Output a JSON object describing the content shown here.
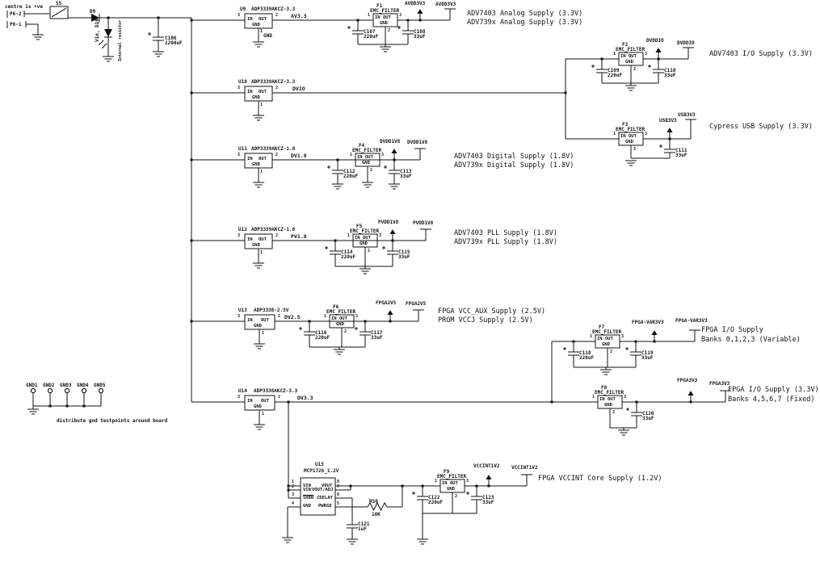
{
  "schematic": {
    "input": {
      "polarity_note": "centre is +ve",
      "pin2": "P6-2",
      "pin1": "P6-1",
      "switch_ref": "S5",
      "diode_ref": "D9",
      "led_label": "Vin, D10",
      "led_note": "Internal resistor",
      "cap_ref": "C106",
      "cap_val": "2200uF"
    },
    "pin": {
      "n1": "1",
      "n2": "2",
      "n3": "3",
      "n4": "4",
      "n5": "5",
      "n6": "6",
      "n7": "7",
      "n8": "8",
      "in": "IN",
      "out": "OUT",
      "gnd": "GND"
    },
    "regs": [
      {
        "ref": "U9",
        "part": "ADP3339AKCZ-3.3",
        "net": "AV3.3",
        "gnd_net": "GND"
      },
      {
        "ref": "U10",
        "part": "ADP3339AKCZ-3.3",
        "net": "DVIO"
      },
      {
        "ref": "U11",
        "part": "ADP3339AKCZ-1.8",
        "net": "DV1.8"
      },
      {
        "ref": "U12",
        "part": "ADP3339AKCZ-1.8",
        "net": "PV1.8"
      },
      {
        "ref": "U13",
        "part": "ADP3338-2.5V",
        "net": "DV2.5"
      },
      {
        "ref": "U14",
        "part": "ADP3338AKCZ-3.3",
        "net": "DV3.3"
      }
    ],
    "filters": [
      {
        "ref": "F1",
        "name": "EMC_FILTER",
        "ci": "C107",
        "civ": "220uF",
        "co": "C108",
        "cov": "33uF",
        "rail": "AVDD3V3",
        "ann1": "ADV7403 Analog Supply (3.3V)",
        "ann2": "ADV739x Analog Supply (3.3V)"
      },
      {
        "ref": "F2",
        "name": "EMC_FILTER",
        "ci": "C109",
        "civ": "220uF",
        "co": "C110",
        "cov": "33uF",
        "rail": "DVDDIO",
        "ann1": "ADV7403 I/O Supply (3.3V)"
      },
      {
        "ref": "F3",
        "name": "EMC_FILTER",
        "co": "C111",
        "cov": "33uF",
        "rail": "USB3V3",
        "ann1": "Cypress USB Supply (3.3V)"
      },
      {
        "ref": "F4",
        "name": "EMC_FILTER",
        "ci": "C112",
        "civ": "220uF",
        "co": "C113",
        "cov": "33uF",
        "rail": "DVDD1V8",
        "ann1": "ADV7403 Digital Supply (1.8V)",
        "ann2": "ADV739x Digital Supply (1.8V)"
      },
      {
        "ref": "F5",
        "name": "EMC_FILTER",
        "ci": "C114",
        "civ": "220uF",
        "co": "C115",
        "cov": "33uF",
        "rail": "PVDD1V8",
        "ann1": "ADV7403 PLL Supply (1.8V)",
        "ann2": "ADV739x PLL Supply (1.8V)"
      },
      {
        "ref": "F6",
        "name": "EMC_FILTER",
        "ci": "C116",
        "civ": "220uF",
        "co": "C117",
        "cov": "33uF",
        "rail": "FPGA2V5",
        "ann1": "FPGA VCC_AUX Supply (2.5V)",
        "ann2": "PROM VCCJ Supply (2.5V)"
      },
      {
        "ref": "F7",
        "name": "EMC_FILTER",
        "ci": "C118",
        "civ": "220uF",
        "co": "C119",
        "cov": "33uF",
        "rail": "FPGA-VAR3V3",
        "ann1": "FPGA I/O Supply",
        "ann2": "Banks 0,1,2,3 (Variable)"
      },
      {
        "ref": "F8",
        "name": "EMC_FILTER",
        "co": "C120",
        "cov": "33uF",
        "rail": "FPGA3V3",
        "ann1": "FPGA I/O Supply (3.3V)",
        "ann2": "Banks 4,5,6,7 (Fixed)"
      },
      {
        "ref": "F9",
        "name": "EMC_FILTER",
        "ci": "C122",
        "civ": "220uF",
        "co": "C123",
        "cov": "33uF",
        "rail": "VCCINT1V2",
        "ann1": "FPGA VCCINT Core Supply (1.2V)"
      }
    ],
    "ldo": {
      "ref": "U15",
      "part": "MCP1726_1.2V",
      "vin": "VIN",
      "vin2": "VIN",
      "shdn": "SHDN",
      "gnd": "GND",
      "vout": "VOUT",
      "vadj": "VOUT/ADJ",
      "cdelay": "CDELAY",
      "pwrgd": "PWRGD",
      "res_ref": "R50",
      "res_val": "10K",
      "cap_ref": "C121",
      "cap_val": "1uF"
    },
    "testpoints": {
      "t1": "GND1",
      "t2": "GND2",
      "t3": "GND3",
      "t4": "GND4",
      "t5": "GND5",
      "note": "distribute gnd testpoints around board"
    },
    "colors": {
      "ink": "#111111",
      "background": "#ffffff"
    }
  }
}
